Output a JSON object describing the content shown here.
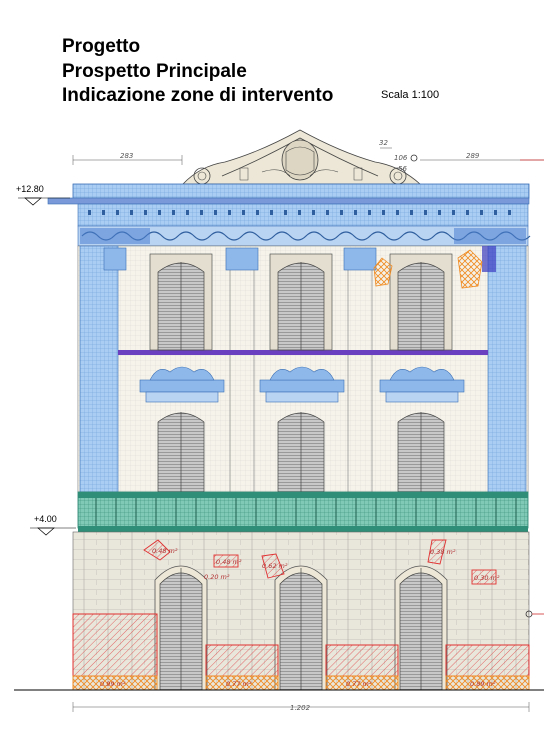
{
  "header": {
    "line1": "Progetto",
    "line2": "Prospetto Principale",
    "line3": "Indicazione zone di intervento",
    "scale": "Scala 1:100"
  },
  "levels": {
    "top": "+12.80",
    "mid": "+4.00"
  },
  "dimensions": {
    "left_top": "283",
    "right_top": "289",
    "crest_a": "32",
    "crest_b": "106",
    "crest_c": "56",
    "bottom_total": "1.202"
  },
  "areas": {
    "plinth_left": "0.99 m²",
    "plinth_mid": "0.77 m²",
    "plinth_center": "0.77 m²",
    "plinth_right": "0.89 m²",
    "ground_1": "0.48 m²",
    "ground_2": "0.48 m²",
    "ground_3": "0.62 m²",
    "ground_4": "0.38 m²",
    "ground_5": "0.30 m²",
    "ground_6": "0.20 m²"
  },
  "colors": {
    "blue_zone": "#7fb2e8",
    "teal_zone": "#2e8e78",
    "red_zone": "#e03030",
    "orange_zone": "#f0a030",
    "purple_band": "#6a40c0",
    "facade": "#ece7d6"
  }
}
